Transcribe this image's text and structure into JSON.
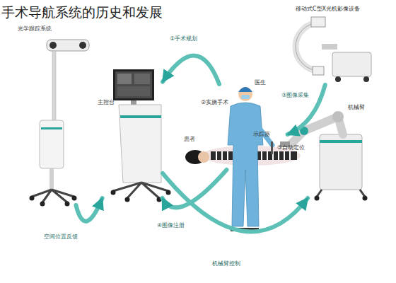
{
  "diagram": {
    "title": "手术导航系统的历史和发展",
    "nodes": [
      {
        "text": [
          "光学跟踪系统"
        ]
      },
      {
        "text": [
          "主控台"
        ]
      },
      {
        "text": [
          "医生"
        ]
      },
      {
        "text": [
          "患者"
        ]
      },
      {
        "text": [
          "移动式C型X光机影像设备"
        ]
      },
      {
        "text": [
          "机械臂"
        ]
      }
    ],
    "edges": [
      {
        "from": 2,
        "to": 1,
        "label": "①手术规划",
        "arrow": "to"
      },
      {
        "from": 4,
        "to": 3,
        "label": "③图像采集",
        "arrow": "to"
      },
      {
        "from": 3,
        "to": 1,
        "label": "④图像注册",
        "arrow": "to"
      },
      {
        "from": 0,
        "to": 1,
        "label": "空间位置反馈",
        "arrow": "to"
      },
      {
        "from": 1,
        "to": 5,
        "label": "机械臂控制",
        "arrow": "to"
      }
    ],
    "labels": [
      "②实施手术",
      "示踪器",
      "⑤自动定位"
    ]
  }
}
